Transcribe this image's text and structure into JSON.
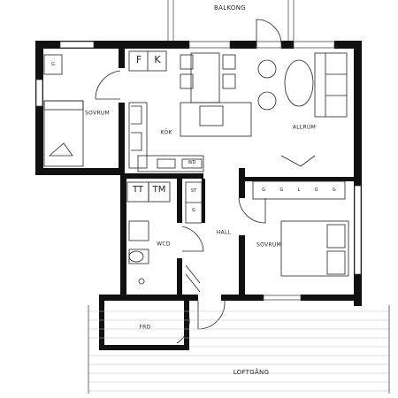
{
  "rooms": {
    "balkong": "BALKONG",
    "sovrum_left": "SOVRUM",
    "kok": "KÖK",
    "allrum": "ALLRUM",
    "hall": "HALL",
    "wcd": "WCD",
    "sovrum_right": "SOVRUM",
    "frd": "FRD",
    "loftgang": "LOFTGÅNG"
  },
  "fixtures": {
    "fridge": "F",
    "freezer": "K",
    "dishwasher": "WD",
    "dryer": "TT",
    "washer": "TM",
    "storage_st": "ST",
    "storage_g": "G",
    "closet_g_left": "G",
    "wardrobe": [
      "G",
      "G",
      "L",
      "G",
      "G"
    ]
  }
}
